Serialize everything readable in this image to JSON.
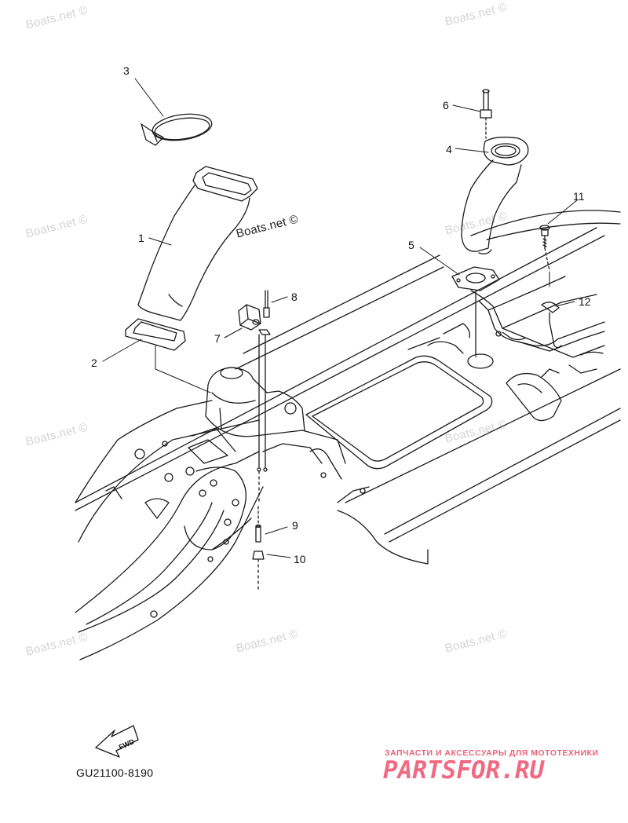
{
  "watermark_text": "Boats.net ©",
  "callouts": [
    {
      "id": "1",
      "label": "1"
    },
    {
      "id": "2",
      "label": "2"
    },
    {
      "id": "3",
      "label": "3"
    },
    {
      "id": "4",
      "label": "4"
    },
    {
      "id": "5",
      "label": "5"
    },
    {
      "id": "6",
      "label": "6"
    },
    {
      "id": "7",
      "label": "7"
    },
    {
      "id": "8",
      "label": "8"
    },
    {
      "id": "9",
      "label": "9"
    },
    {
      "id": "10",
      "label": "10"
    },
    {
      "id": "11",
      "label": "11"
    },
    {
      "id": "12",
      "label": "12"
    }
  ],
  "fwd_label": "FWD",
  "diagram_code": "GU21100-8190",
  "brand": {
    "tagline": "ЗАПЧАСТИ И АКСЕССУАРЫ ДЛЯ МОТОТЕХНИКИ",
    "logo": "PARTSFOR.RU",
    "color": "#f06a84"
  },
  "colors": {
    "line": "#1a1a1a",
    "watermark": "#d4d4d4"
  }
}
